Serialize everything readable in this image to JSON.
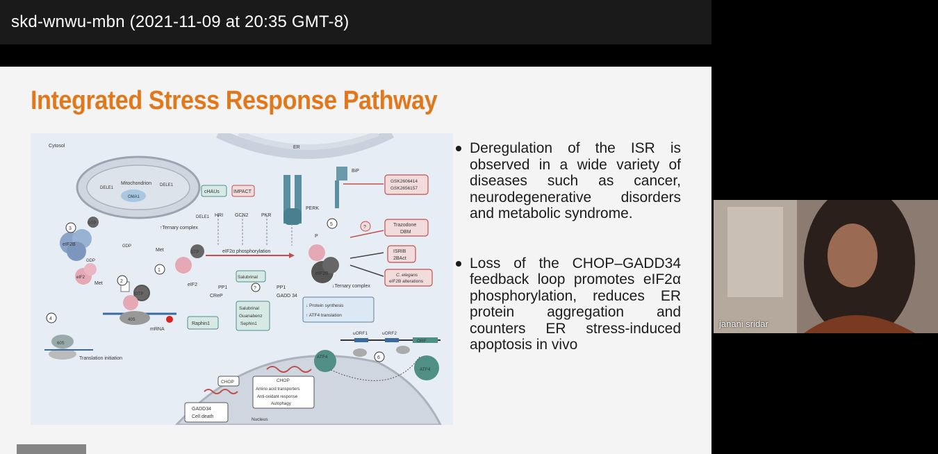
{
  "window": {
    "title": "skd-wnwu-mbn (2021-11-09 at 20:35 GMT-8)"
  },
  "slide": {
    "title": "Integrated Stress Response Pathway",
    "bullets": [
      "Deregulation of the ISR is observed in a wide variety of diseases such as cancer, neurodegenerative disorders and metabolic syndrome.",
      "Loss of the CHOP–GADD34 feedback loop promotes eIF2α phosphorylation, reduces ER protein aggregation and counters ER stress-induced apoptosis in vivo"
    ],
    "diagram": {
      "cytosol": "Cytosol",
      "er": "ER",
      "mitochondrion": "Mitochondrion",
      "dele1_a": "DELE1",
      "dele1_b": "DELE1",
      "dele1_c": "DELE1",
      "oma1": "OMA1",
      "chaus": "cHAUs",
      "impact": "IMPACT",
      "hri": "HRI",
      "gcn2": "GCN2",
      "pkr": "PKR",
      "perk": "PERK",
      "bip": "BiP",
      "gsk": "GSK2606414",
      "gsk2": "GSK2656157",
      "trazodone": "Trazodone",
      "dbm": "DBM",
      "isrib": "ISRIB",
      "act2b": "2BAct",
      "celegans": "C. elegans",
      "eif2b_alt": "eIF2B alterations",
      "ternary": "↑Ternary complex",
      "ternary_down": "↓Ternary complex",
      "eif2a_phos": "eIF2α phosphorylation",
      "eif2b": "eIF2B",
      "eif2": "eIF2",
      "gtp": "GTP",
      "gdp": "GDP",
      "met": "Met",
      "salubrinal": "Salubrinal",
      "pp1_a": "PP1",
      "crep": "CReP",
      "pp1_b": "PP1",
      "gadd": "GADD 34",
      "raphin": "Raphin1",
      "salub2": "Salubrinal",
      "guanabenz": "Guanabenz",
      "sephin": "Sephin1",
      "protein_syn": "↓ Protein synthesis",
      "atf4_trans": "↑ ATF4 translation",
      "mrna": "mRNA",
      "s40": "40S",
      "s60": "60S",
      "transl_init": "Translation initiation",
      "uorf1": "uORF1",
      "uorf2": "uORF2",
      "orf": "ORF",
      "atf4_a": "ATF4",
      "atf4_b": "ATF4",
      "chop_a": "CHOP",
      "chop_b": "CHOP",
      "amino": "Amino acid transporters",
      "antiox": "Anti-oxidant response",
      "autophagy": "Autophagy",
      "gadd34": "GADD34",
      "celldeath": "Cell death",
      "nucleus": "Nucleus",
      "n1": "1",
      "n2": "2",
      "n3": "3",
      "n4": "4",
      "n5": "5",
      "n6": "6",
      "q": "?",
      "p": "P"
    }
  },
  "participant": {
    "name": "janani sridar"
  },
  "colors": {
    "title_orange": "#e2781c",
    "diagram_bg": "#e6edf5",
    "red_box": "#c0504d",
    "teal": "#4f8f86"
  }
}
